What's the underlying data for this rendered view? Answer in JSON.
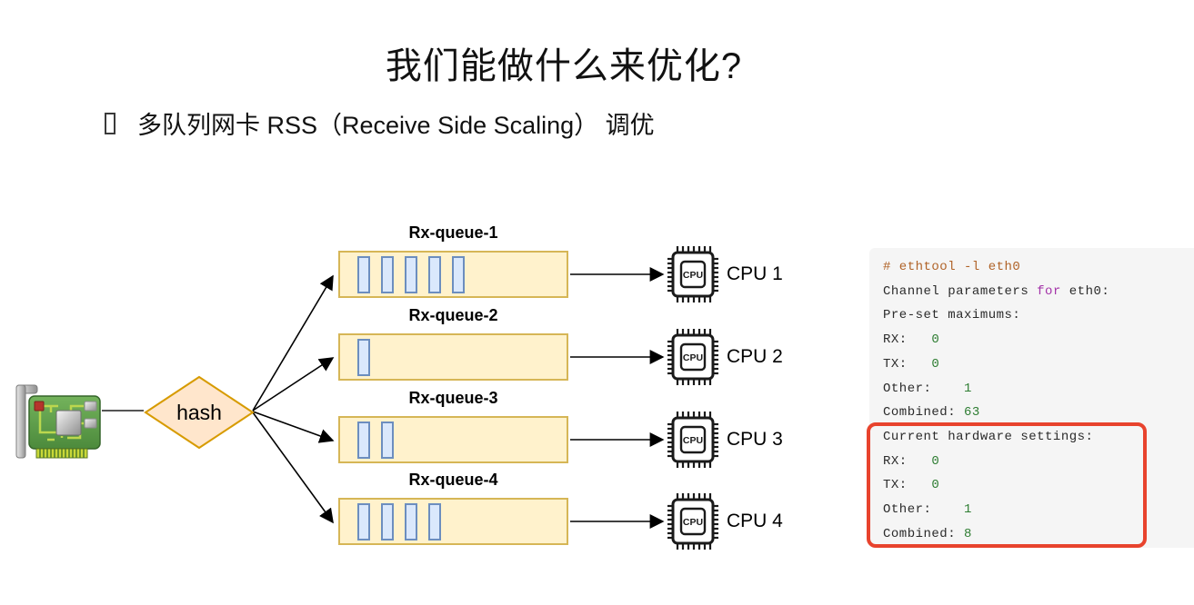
{
  "slide": {
    "title": "我们能做什么来优化?",
    "bullet": "多队列网卡 RSS（Receive Side Scaling） 调优"
  },
  "diagram": {
    "hash_label": "hash",
    "chip_text": "CPU",
    "queues": [
      {
        "label": "Rx-queue-1",
        "packets": 5
      },
      {
        "label": "Rx-queue-2",
        "packets": 1
      },
      {
        "label": "Rx-queue-3",
        "packets": 2
      },
      {
        "label": "Rx-queue-4",
        "packets": 4
      }
    ],
    "cpus": [
      {
        "label": "CPU 1"
      },
      {
        "label": "CPU 2"
      },
      {
        "label": "CPU 3"
      },
      {
        "label": "CPU 4"
      }
    ],
    "colors": {
      "queue_fill": "#fff2cc",
      "queue_border": "#d6b656",
      "packet_fill": "#dae8fc",
      "packet_border": "#6c8ebf",
      "diamond_fill": "#ffe6cc",
      "diamond_border": "#d79b00"
    }
  },
  "terminal": {
    "colors": {
      "background": "#f5f5f5",
      "command": "#b06328",
      "keyword": "#a333a8",
      "number": "#2e7d32",
      "text": "#2b2b2b",
      "highlight_border": "#e8432d"
    },
    "lines": [
      {
        "boxed": false,
        "segments": [
          {
            "t": "# ethtool -l eth0",
            "c": "cmd"
          }
        ]
      },
      {
        "boxed": false,
        "segments": [
          {
            "t": "Channel parameters ",
            "c": "plain"
          },
          {
            "t": "for",
            "c": "kw"
          },
          {
            "t": " eth0:",
            "c": "plain"
          }
        ]
      },
      {
        "boxed": false,
        "segments": [
          {
            "t": "Pre-set maximums:",
            "c": "plain"
          }
        ]
      },
      {
        "boxed": false,
        "segments": [
          {
            "t": "RX:   ",
            "c": "plain"
          },
          {
            "t": "0",
            "c": "num"
          }
        ]
      },
      {
        "boxed": false,
        "segments": [
          {
            "t": "TX:   ",
            "c": "plain"
          },
          {
            "t": "0",
            "c": "num"
          }
        ]
      },
      {
        "boxed": false,
        "segments": [
          {
            "t": "Other:    ",
            "c": "plain"
          },
          {
            "t": "1",
            "c": "num"
          }
        ]
      },
      {
        "boxed": false,
        "segments": [
          {
            "t": "Combined: ",
            "c": "plain"
          },
          {
            "t": "63",
            "c": "num"
          }
        ]
      },
      {
        "boxed": true,
        "segments": [
          {
            "t": "Current hardware settings:",
            "c": "plain"
          }
        ]
      },
      {
        "boxed": true,
        "segments": [
          {
            "t": "RX:   ",
            "c": "plain"
          },
          {
            "t": "0",
            "c": "num"
          }
        ]
      },
      {
        "boxed": true,
        "segments": [
          {
            "t": "TX:   ",
            "c": "plain"
          },
          {
            "t": "0",
            "c": "num"
          }
        ]
      },
      {
        "boxed": true,
        "segments": [
          {
            "t": "Other:    ",
            "c": "plain"
          },
          {
            "t": "1",
            "c": "num"
          }
        ]
      },
      {
        "boxed": true,
        "segments": [
          {
            "t": "Combined: ",
            "c": "plain"
          },
          {
            "t": "8",
            "c": "num"
          }
        ]
      }
    ]
  }
}
